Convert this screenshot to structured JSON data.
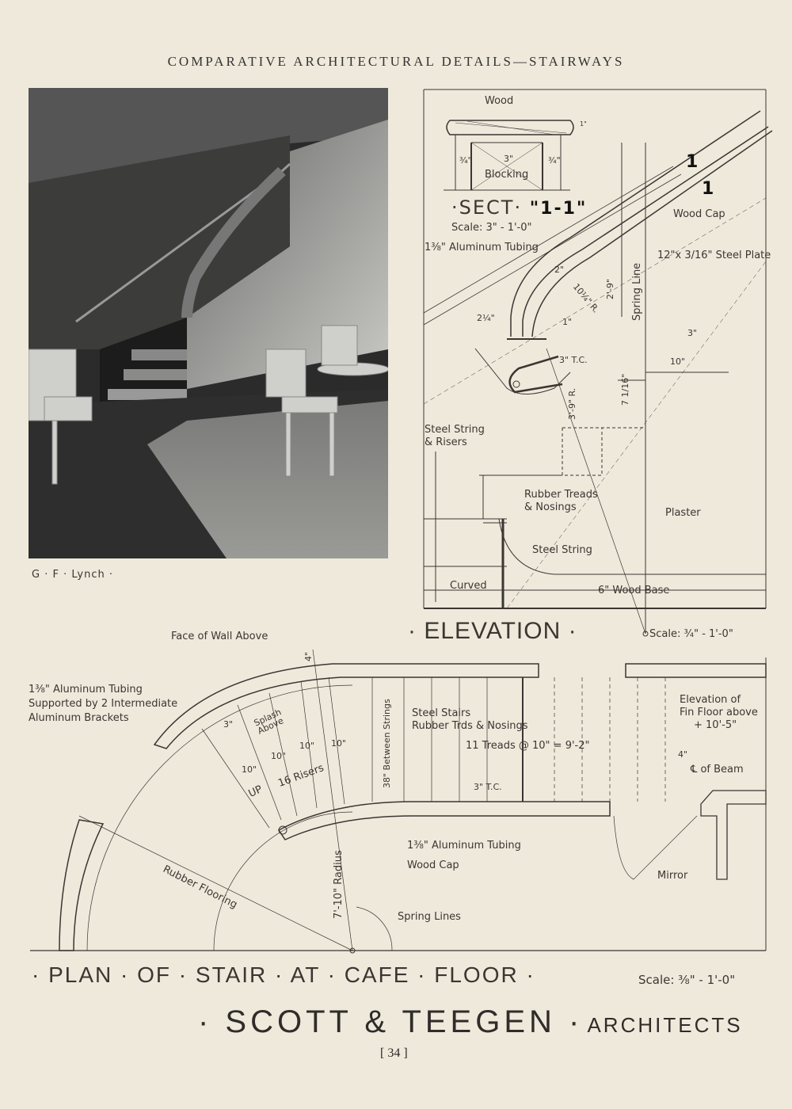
{
  "header": "COMPARATIVE ARCHITECTURAL DETAILS—STAIRWAYS",
  "photo": {
    "credit": "G · F · Lynch ·"
  },
  "section": {
    "wood": "Wood",
    "blocking": "Blocking",
    "dim_3": "3\"",
    "dim_left": "¾\"",
    "dim_right": "¾\"",
    "dim_height": "1\"",
    "title": "·SECT·",
    "title_num": "\"1-1\"",
    "scale": "Scale: 3\" - 1'-0\""
  },
  "elevation": {
    "aluminum_tubing": "1⅜\" Aluminum Tubing",
    "section_mark_1": "1",
    "section_mark_2": "1",
    "wood_cap": "Wood Cap",
    "steel_plate": "12\"x 3/16\" Steel Plate",
    "spring_line": "Spring Line",
    "dim_2_9": "2'-9\"",
    "dim_10_radius": "10¼\" R.",
    "dim_2": "2\"",
    "dim_2_quarter": "2¼\"",
    "dim_1": "1\"",
    "dim_3": "3\"",
    "dim_10": "10\"",
    "dim_3tc": "3\" T.C.",
    "dim_3_9r": "3'-9\" R.",
    "dim_riser": "7 1/16\"",
    "steel_string_risers": [
      "Steel String",
      "& Risers"
    ],
    "rubber_treads": [
      "Rubber Treads",
      "& Nosings"
    ],
    "steel_string": "Steel String",
    "plaster": "Plaster",
    "curved": "Curved",
    "wood_base": "6\" Wood Base",
    "title": "· ELEVATION ·",
    "scale": "Scale: ¾\" - 1'-0\""
  },
  "plan": {
    "face_of_wall": "Face of Wall Above",
    "dim_4": "4\"",
    "aluminum_tubing_note": [
      "1⅜\" Aluminum Tubing",
      "Supported by 2 Intermediate",
      "Aluminum Brackets"
    ],
    "dim_3": "3\"",
    "splash_above": [
      "Splash",
      "Above"
    ],
    "dims_10": [
      "10\"",
      "10\"",
      "10\"",
      "10\""
    ],
    "up": "UP",
    "risers": "16 Risers",
    "between_strings": "38\" Between Strings",
    "steel_stairs": [
      "Steel Stairs",
      "Rubber Trds & Nosings"
    ],
    "treads": "11 Treads @ 10\" = 9'-2\"",
    "tc": "3\" T.C.",
    "elevation_floor": [
      "Elevation of",
      "Fin Floor above",
      "+ 10'-5\""
    ],
    "dim_4b": "4\"",
    "beam": "℄ of Beam",
    "aluminum_tubing": "1⅜\" Aluminum Tubing",
    "wood_cap": "Wood Cap",
    "mirror": "Mirror",
    "rubber_flooring": "Rubber Flooring",
    "radius": "7'-10\" Radius",
    "spring_lines": "Spring Lines",
    "title": "· PLAN · OF · STAIR · AT · CAFE · FLOOR ·",
    "scale": "Scale: ⅜\" - 1'-0\""
  },
  "footer": {
    "firm": "· SCOTT & TEEGEN ·",
    "firm_suffix": "ARCHITECTS",
    "page": "[ 34 ]"
  },
  "colors": {
    "paper": "#efe9dc",
    "ink": "#2a2724"
  }
}
